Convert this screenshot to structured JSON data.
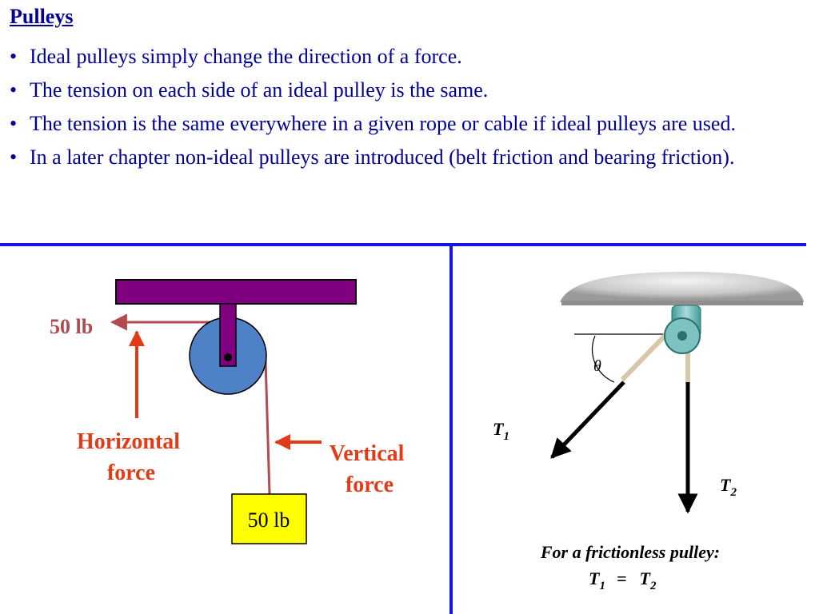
{
  "slide": {
    "title": "Pulleys",
    "bullet_glyph": "•",
    "bullets": [
      "Ideal pulleys simply change the direction of a force.",
      "The tension on each side of an ideal pulley is the same.",
      "The tension is the same everywhere in a given rope or cable if ideal pulleys are used.",
      "In a later chapter non-ideal pulleys are introduced (belt friction and bearing friction)."
    ]
  },
  "left_diagram": {
    "rope_force_label": "50 lb",
    "weight_label": "50 lb",
    "horizontal_force_line1": "Horizontal",
    "horizontal_force_line2": "force",
    "vertical_force_line1": "Vertical",
    "vertical_force_line2": "force"
  },
  "right_diagram": {
    "t1_main": "T",
    "t1_sub": "1",
    "t2_main": "T",
    "t2_sub": "2",
    "angle_symbol": "θ",
    "caption": "For a frictionless pulley:",
    "eq_t1_main": "T",
    "eq_t1_sub": "1",
    "eq_sign": "=",
    "eq_t2_main": "T",
    "eq_t2_sub": "2"
  },
  "colors": {
    "text_blue": "#000099",
    "rule_blue": "#1515e0",
    "beam_purple": "#800080",
    "pulley_blue": "#4f81c7",
    "rope_red": "#b34a4f",
    "arrow_red": "#e23b17",
    "box_yellow": "#ffff00"
  }
}
